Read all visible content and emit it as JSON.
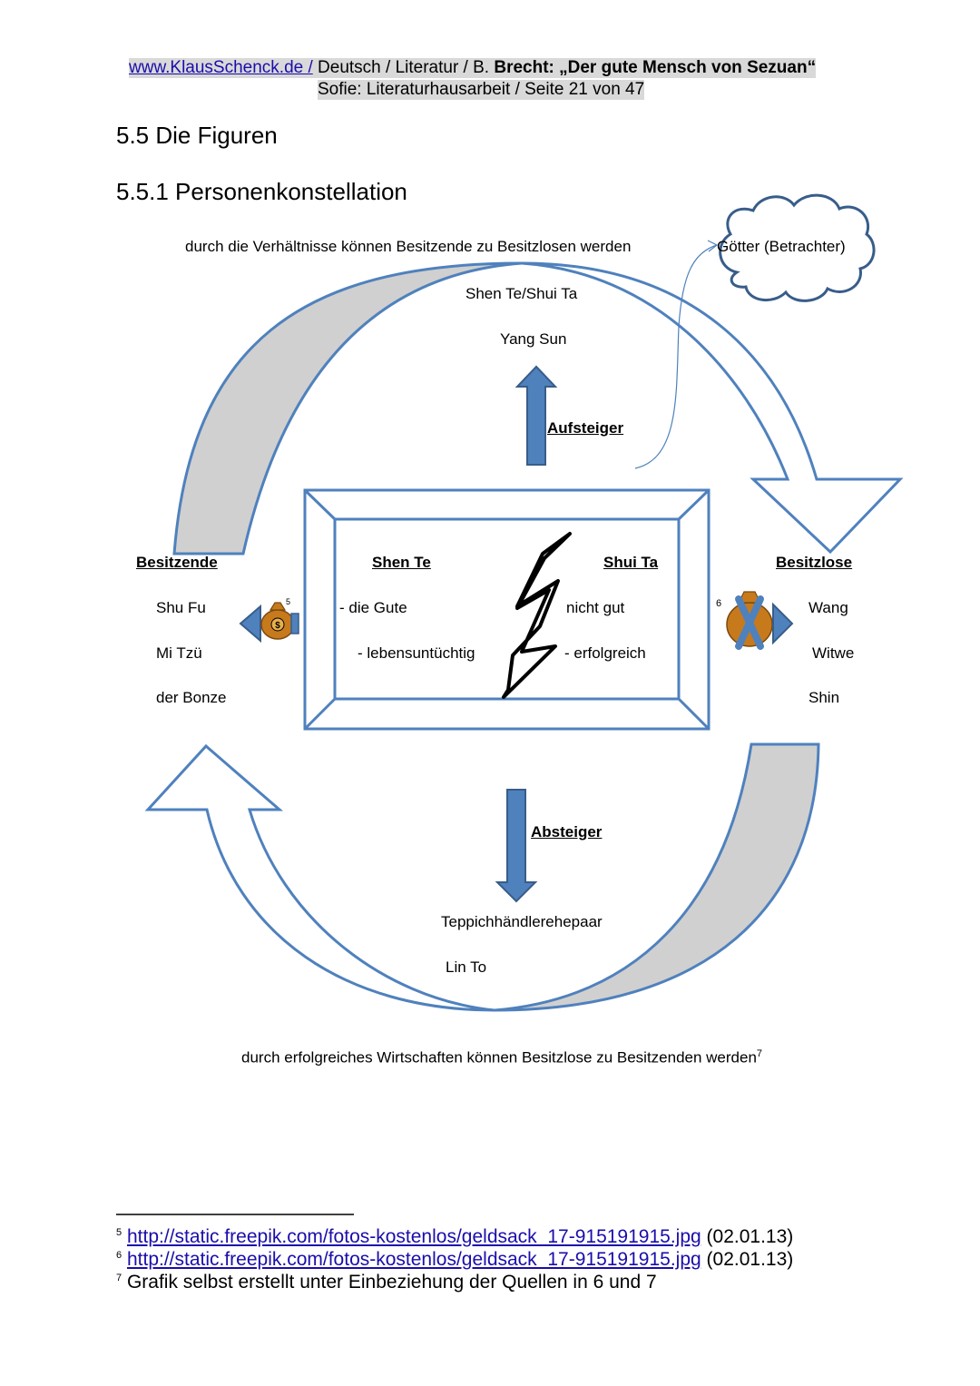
{
  "header": {
    "link": "www.KlausSchenck.de /",
    "path": " Deutsch / Literatur / B. ",
    "title": "Brecht: „Der gute Mensch von Sezuan“",
    "subline": "Sofie: Literaturhausarbeit / Seite 21 von 47"
  },
  "headings": {
    "section": "5.5 Die Figuren",
    "subsection": "5.5.1 Personenkonstellation"
  },
  "diagram": {
    "top_caption": "durch die Verhältnisse können Besitzende zu Besitzlosen werden",
    "gods": "Götter (Betrachter)",
    "risers": [
      "Shen Te/Shui Ta",
      "Yang Sun"
    ],
    "riser_label": "Aufsteiger",
    "owners_heading": "Besitzende",
    "owners": [
      "Shu Fu",
      "Mi Tzü",
      "der Bonze"
    ],
    "nonowners_heading": "Besitzlose",
    "nonowners": [
      "Wang",
      "Witwe",
      "Shin"
    ],
    "center": {
      "left_heading": "Shen Te",
      "left_traits": [
        "- die Gute",
        "- lebensuntüchtig"
      ],
      "right_heading": "Shui Ta",
      "right_traits": [
        "nicht gut",
        "- erfolgreich"
      ]
    },
    "fallers_label": "Absteiger",
    "fallers": [
      "Teppichhändlerehepaar",
      "Lin To"
    ],
    "bottom_caption": "durch erfolgreiches Wirtschaften können Besitzlose zu Besitzenden werden",
    "bottom_caption_note": "7",
    "note_left": "5",
    "note_right": "6"
  },
  "footnotes": [
    {
      "num": "5",
      "url": "http://static.freepik.com/fotos-kostenlos/geldsack_17-915191915.jpg",
      "date": " (02.01.13)"
    },
    {
      "num": "6",
      "url": "http://static.freepik.com/fotos-kostenlos/geldsack_17-915191915.jpg",
      "date": " (02.01.13)"
    },
    {
      "num": "7",
      "text": "Grafik selbst erstellt unter Einbeziehung der Quellen in 6 und 7"
    }
  ],
  "colors": {
    "arrow_stroke": "#4f81bd",
    "arrow_fill": "#4f81bd",
    "gray_fill": "#d0d0d0",
    "cloud_stroke": "#385d8a",
    "bag_fill": "#c77a1c"
  }
}
